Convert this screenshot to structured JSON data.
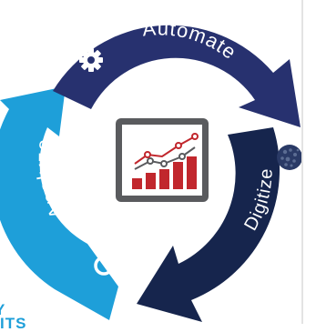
{
  "cycle": {
    "segments": [
      {
        "label": "Automate",
        "icon": "gear-icon",
        "color": "#27316f"
      },
      {
        "label": "Digitize",
        "icon": "globe-icon",
        "color": "#16254d"
      },
      {
        "label": "Analyze",
        "icon": "magnifier-icon",
        "color": "#1e9fd9"
      }
    ],
    "center_icon": "chart-dashboard-icon"
  },
  "cutoff_text": {
    "line1": "Y",
    "line2": "ITS"
  },
  "colors": {
    "bar_red": "#c1272d",
    "dashboard_frame": "#5a5b5e",
    "dashboard_screen": "#ffffff"
  }
}
